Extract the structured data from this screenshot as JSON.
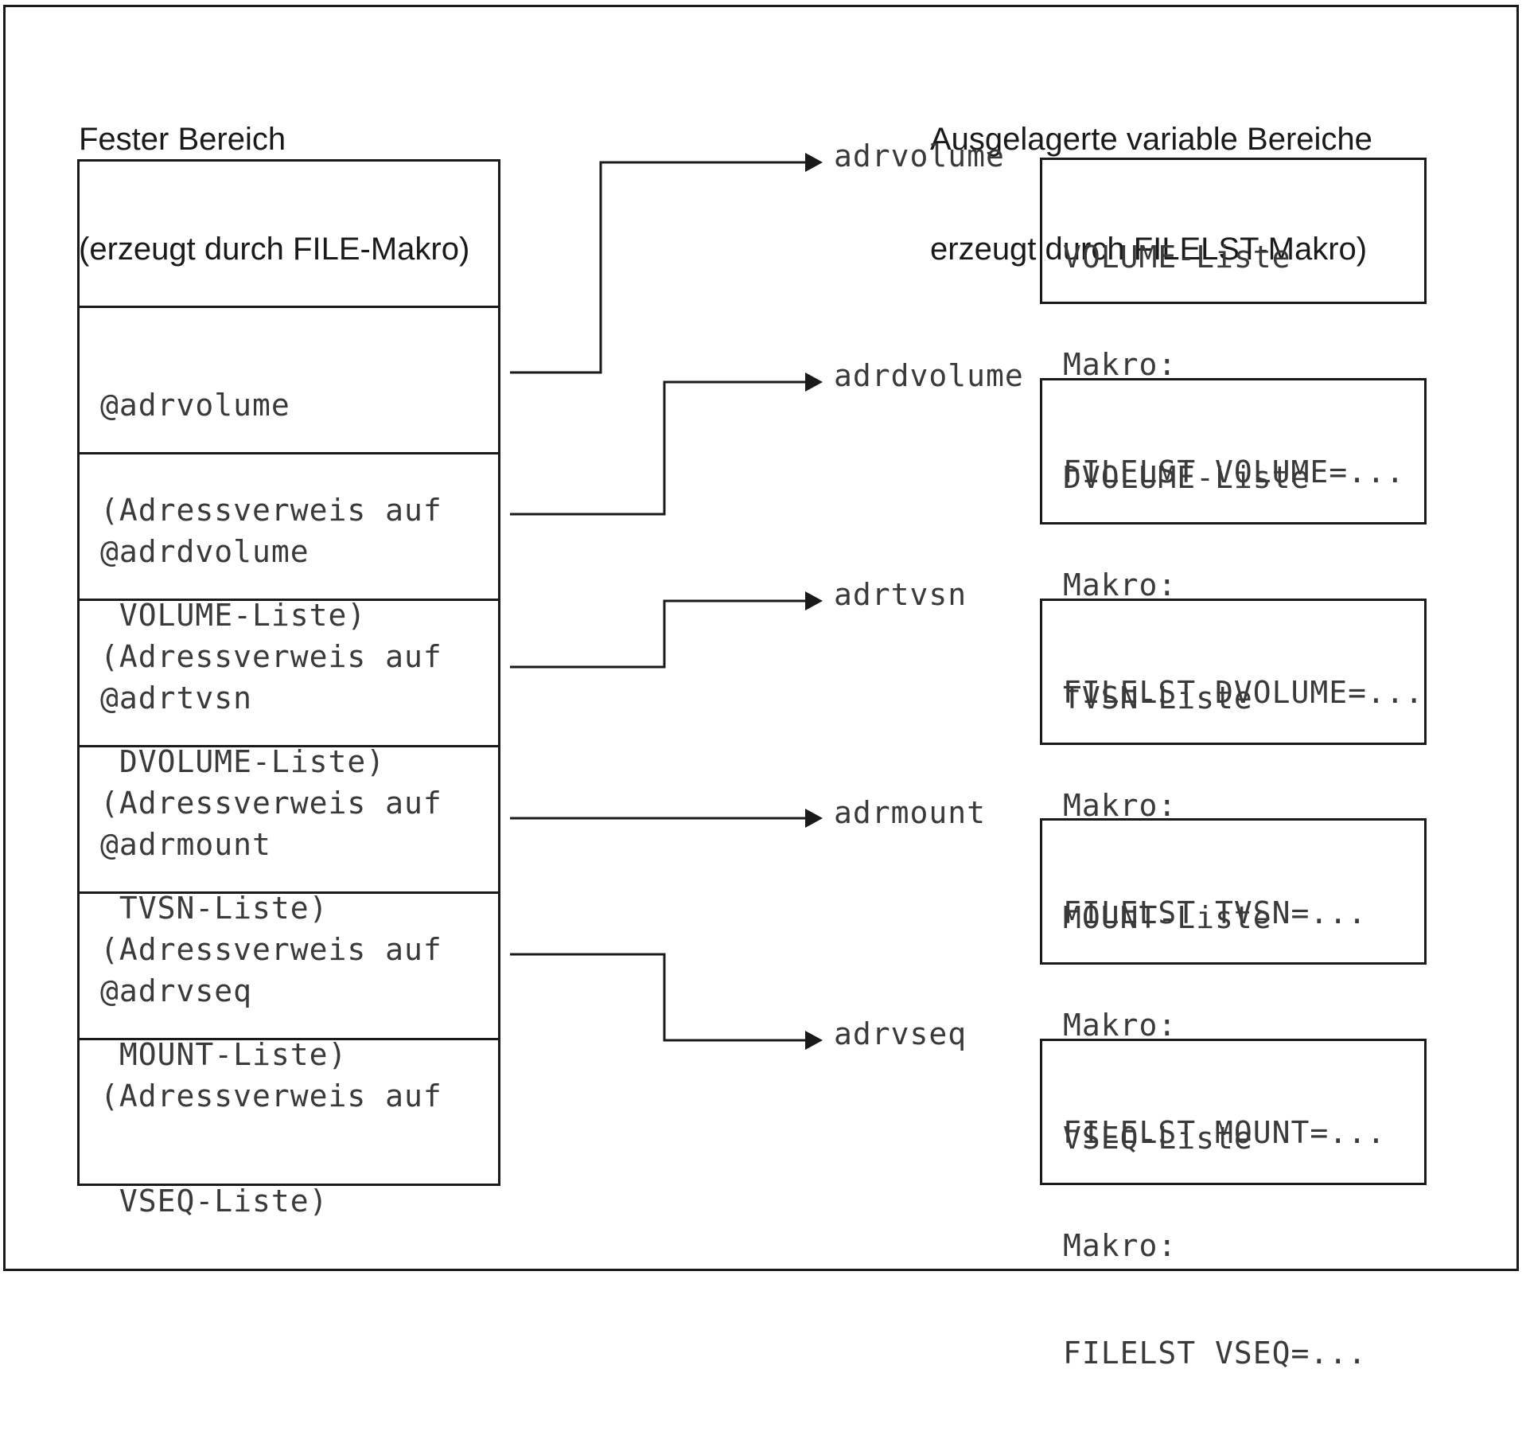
{
  "headings": {
    "fixed_line1": "Fester Bereich",
    "fixed_line2": "(erzeugt durch FILE-Makro)",
    "variable_line1": "Ausgelagerte variable Bereiche",
    "variable_line2": "erzeugt durch FILELST-Makro)"
  },
  "fixed_area": {
    "cells": [
      {
        "lines": [
          "",
          "",
          ""
        ]
      },
      {
        "lines": [
          "@adrvolume",
          "(Adressverweis auf",
          " VOLUME-Liste)"
        ]
      },
      {
        "lines": [
          "@adrdvolume",
          "(Adressverweis auf",
          " DVOLUME-Liste)"
        ]
      },
      {
        "lines": [
          "@adrtvsn",
          "(Adressverweis auf",
          " TVSN-Liste)"
        ]
      },
      {
        "lines": [
          "@adrmount",
          "(Adressverweis auf",
          " MOUNT-Liste)"
        ]
      },
      {
        "lines": [
          "@adrvseq",
          "(Adressverweis auf",
          " VSEQ-Liste)"
        ]
      },
      {
        "lines": [
          "",
          "",
          ""
        ]
      }
    ]
  },
  "pointers": [
    "adrvolume",
    "adrdvolume",
    "adrtvsn",
    "adrmount",
    "adrvseq"
  ],
  "lists": [
    {
      "lines": [
        "VOLUME-Liste",
        "Makro:",
        "FILELST VOLUME=..."
      ]
    },
    {
      "lines": [
        "DVOLUME-Liste",
        "Makro:",
        "FILELST DVOLUME=..."
      ]
    },
    {
      "lines": [
        "TVSN-Liste",
        "Makro:",
        "FILELST TVSN=..."
      ]
    },
    {
      "lines": [
        "MOUNT-Liste",
        "Makro:",
        "FILELST MOUNT=..."
      ]
    },
    {
      "lines": [
        "VSEQ-Liste",
        "Makro:",
        "FILELST VSEQ=..."
      ]
    }
  ]
}
